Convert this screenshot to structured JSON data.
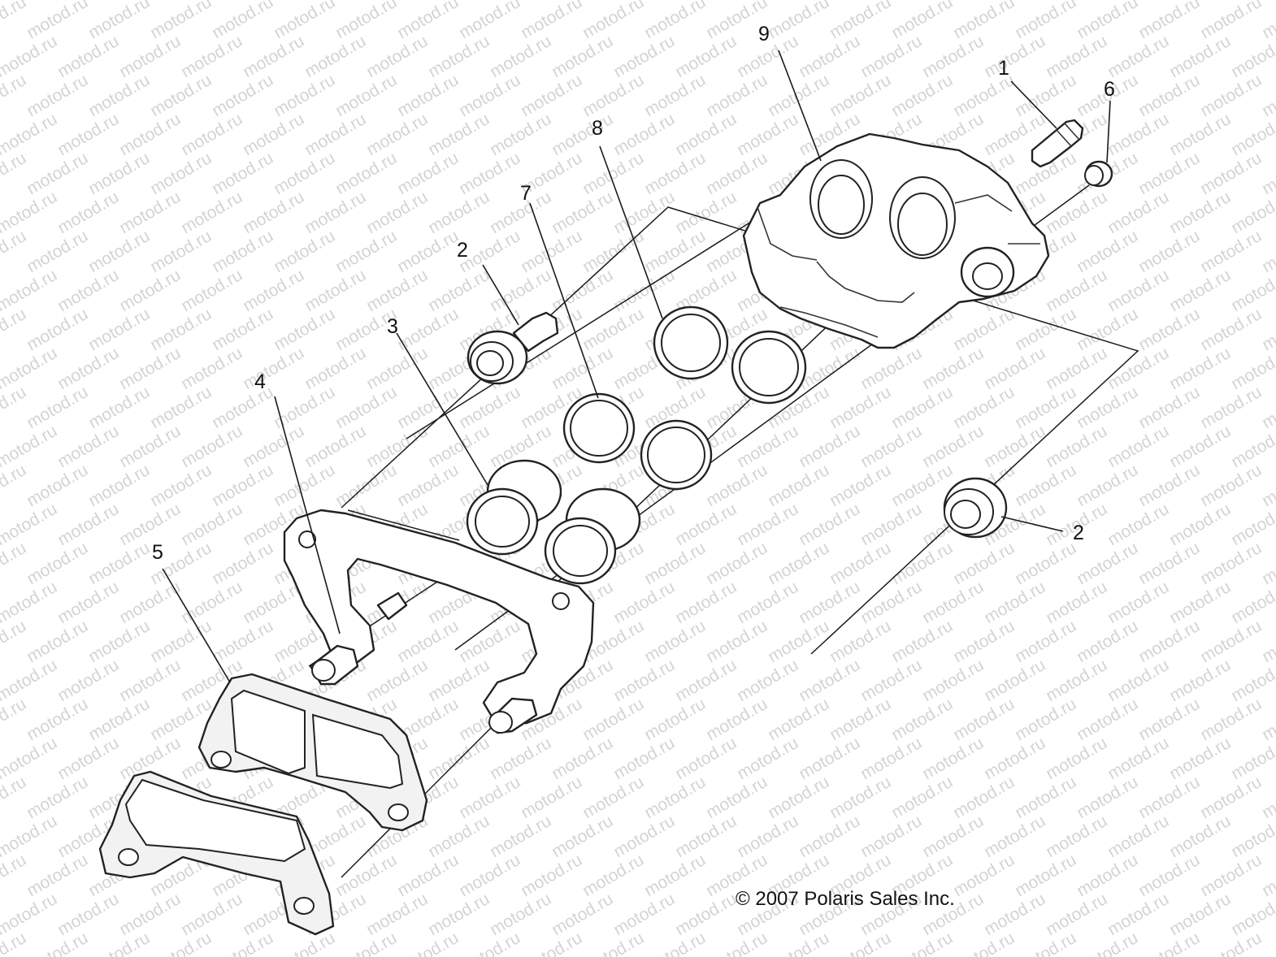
{
  "callouts": [
    {
      "id": "1",
      "text": "1"
    },
    {
      "id": "2a",
      "text": "2"
    },
    {
      "id": "2b",
      "text": "2"
    },
    {
      "id": "3",
      "text": "3"
    },
    {
      "id": "4",
      "text": "4"
    },
    {
      "id": "5",
      "text": "5"
    },
    {
      "id": "6",
      "text": "6"
    },
    {
      "id": "7",
      "text": "7"
    },
    {
      "id": "8",
      "text": "8"
    },
    {
      "id": "9",
      "text": "9"
    }
  ],
  "copyright": "© 2007 Polaris Sales Inc.",
  "watermark": "motod.ru",
  "colors": {
    "line": "#222222",
    "watermark": "#d4d4d4",
    "background": "#ffffff"
  }
}
